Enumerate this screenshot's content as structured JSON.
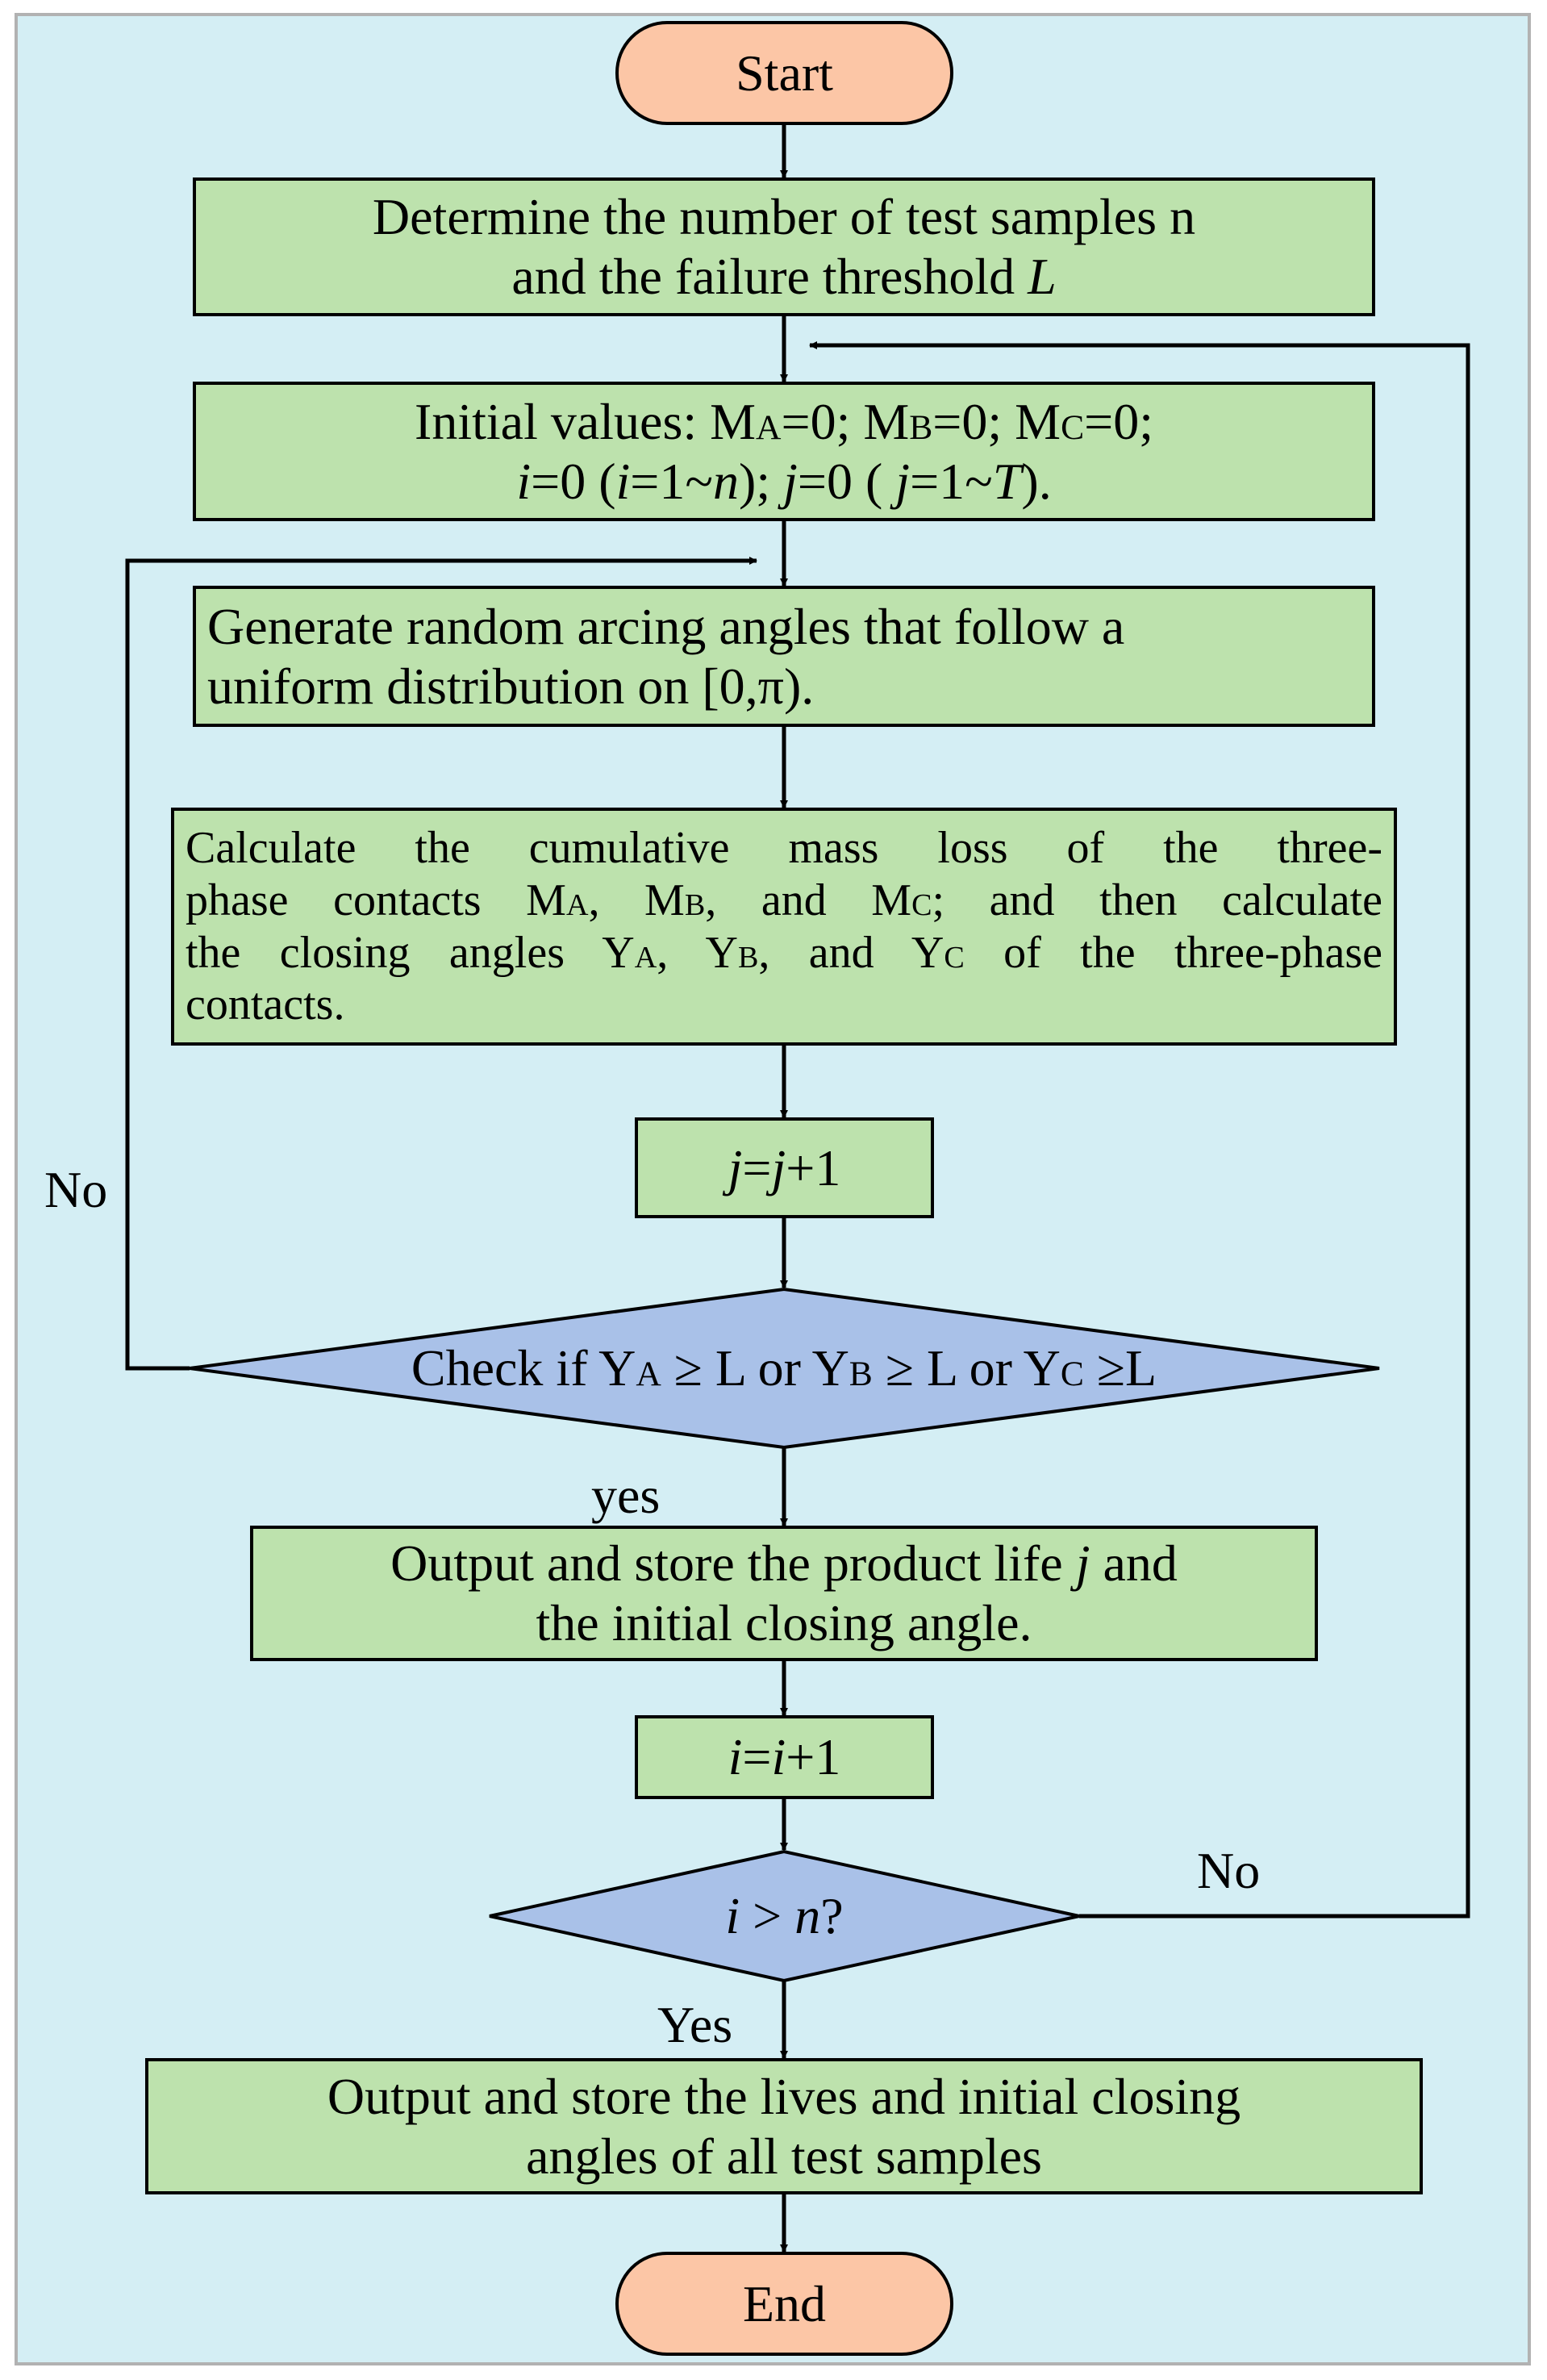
{
  "colors": {
    "background": "#d4eef4",
    "border": "#b2b2b2",
    "process_fill": "#bde2ad",
    "terminal_fill": "#fcc6a6",
    "decision_fill": "#a9c1e8",
    "stroke": "#000000"
  },
  "nodes": {
    "start": {
      "label": "Start"
    },
    "determine": {
      "line1": "Determine the number of test samples n",
      "line2_prefix": "and the failure threshold ",
      "line2_var": "L"
    },
    "init": {
      "l1_a": "Initial values: M",
      "l1_sub_a": "A",
      "l1_b": "=0; M",
      "l1_sub_b": "B",
      "l1_c": "=0; M",
      "l1_sub_c": "C",
      "l1_d": "=0;",
      "l2_i": "i",
      "l2_a": "=0 (",
      "l2_i2": "i",
      "l2_b": "=1~",
      "l2_n": "n",
      "l2_c": "); ",
      "l2_j": "j",
      "l2_d": "=0 ( ",
      "l2_j2": "j",
      "l2_e": "=1~",
      "l2_T": "T",
      "l2_f": ")."
    },
    "generate": {
      "line1": "Generate random arcing angles that follow a",
      "line2": "uniform distribution on [0,π)."
    },
    "calculate": {
      "l1": "Calculate the cumulative mass loss of the three-",
      "l2_a": "phase contacts M",
      "l2_sub_a": "A",
      "l2_b": ", M",
      "l2_sub_b": "B",
      "l2_c": ", and M",
      "l2_sub_c": "C",
      "l2_d": "; and then calculate",
      "l3_a": "the closing angles Y",
      "l3_sub_a": "A",
      "l3_b": ", Y",
      "l3_sub_b": "B",
      "l3_c": ", and Y",
      "l3_sub_c": "C",
      "l3_d": " of the three-phase",
      "l4": "contacts."
    },
    "j_inc": {
      "var1": "j",
      "eq": "=",
      "var2": "j",
      "rest": "+1"
    },
    "check": {
      "a": "Check if  Y",
      "sub_a": "A",
      "b": " ≥ L or Y",
      "sub_b": "B",
      "c": " ≥ L or Y",
      "sub_c": "C",
      "d": " ≥L"
    },
    "output_life": {
      "line1_a": "Output and store the product life ",
      "line1_var": "j",
      "line1_b": " and",
      "line2": "the  initial closing angle."
    },
    "i_inc": {
      "var1": "i",
      "eq": "=",
      "var2": "i",
      "rest": "+1"
    },
    "i_check": {
      "var1": "i",
      "op": " > ",
      "var2": "n",
      "rest": "?"
    },
    "output_all": {
      "line1": "Output and store the lives and initial closing",
      "line2": "angles of all test samples"
    },
    "end": {
      "label": "End"
    }
  },
  "edge_labels": {
    "no_left": "No",
    "yes_check": "yes",
    "no_right": "No",
    "yes_bottom": "Yes"
  }
}
